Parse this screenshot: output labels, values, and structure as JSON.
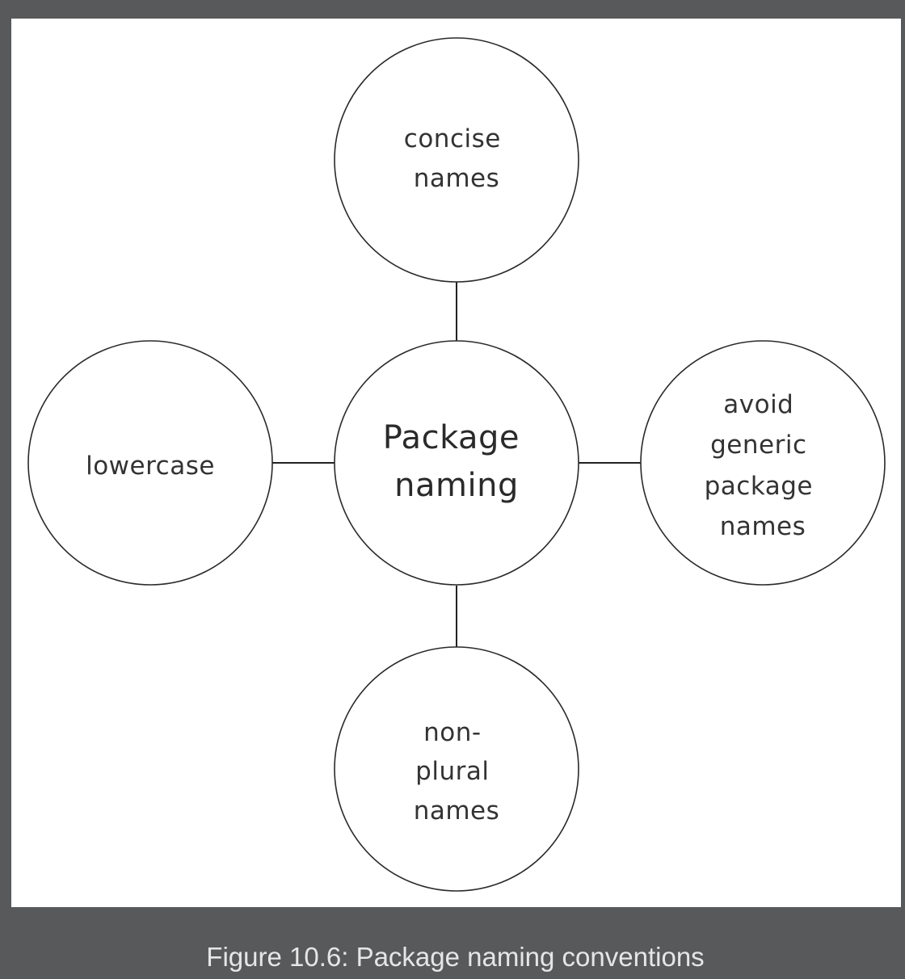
{
  "diagram": {
    "center": {
      "lines": [
        "Package",
        "naming"
      ]
    },
    "nodes": [
      {
        "id": "top",
        "lines": [
          "concise",
          "names"
        ]
      },
      {
        "id": "left",
        "lines": [
          "lowercase"
        ]
      },
      {
        "id": "right",
        "lines": [
          "avoid",
          "generic",
          "package",
          "names"
        ]
      },
      {
        "id": "bottom",
        "lines": [
          "non-",
          "plural",
          "names"
        ]
      }
    ]
  },
  "caption": "Figure 10.6: Package naming conventions"
}
